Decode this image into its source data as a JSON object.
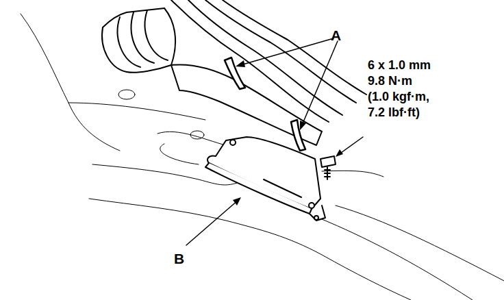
{
  "diagram": {
    "labels": [
      "A",
      "6 x 1.0 mm",
      "9.8 N·m",
      "(1.0 kgf·m,",
      "7.2 lbf·ft)",
      "B"
    ]
  }
}
